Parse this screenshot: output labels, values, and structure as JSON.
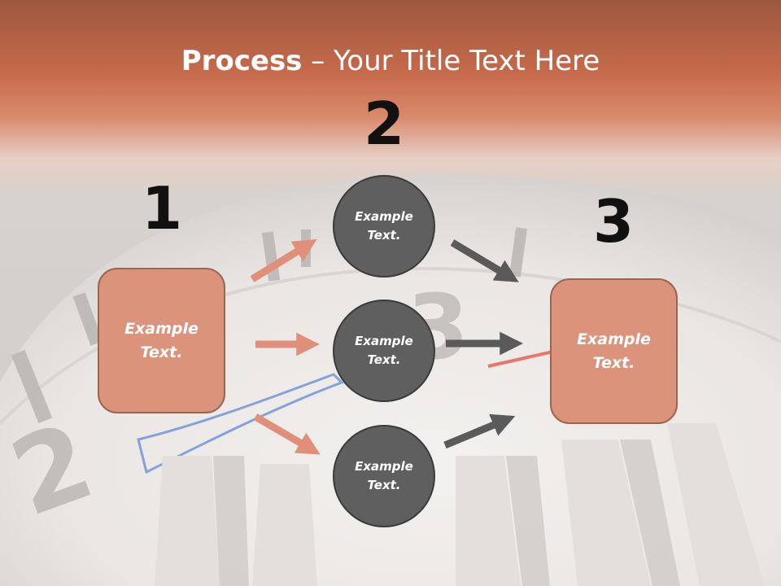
{
  "title": {
    "bold": "Process",
    "rest": " – Your Title Text Here"
  },
  "steps": {
    "one": {
      "number": "1",
      "box_line1": "Example",
      "box_line2": "Text."
    },
    "two": {
      "number": "2",
      "circles": [
        {
          "line1": "Example",
          "line2": "Text."
        },
        {
          "line1": "Example",
          "line2": "Text."
        },
        {
          "line1": "Example",
          "line2": "Text."
        }
      ]
    },
    "three": {
      "number": "3",
      "box_line1": "Example",
      "box_line2": "Text."
    }
  },
  "colors": {
    "header": "#c96a45",
    "box_fill": "#dc937b",
    "circle_fill": "#5f5f5f",
    "arrow_orange": "#e0907a",
    "arrow_gray": "#5a5a5a"
  }
}
